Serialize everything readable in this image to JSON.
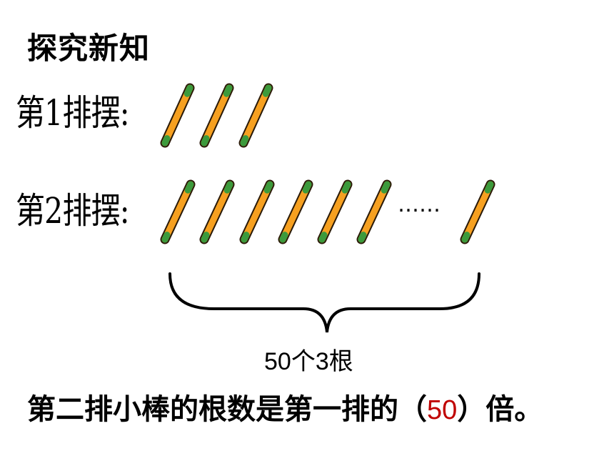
{
  "title": "探究新知",
  "row1": {
    "label": "第1排摆:",
    "stick_count": 3
  },
  "row2": {
    "label": "第2排摆:",
    "stick_count": 7,
    "ellipsis": "……"
  },
  "caption": "50个3根",
  "sentence": {
    "before": "第二排小棒的根数是第一排的（",
    "answer": "50",
    "after": "）倍。"
  },
  "colors": {
    "stick_body": "#f6a020",
    "stick_outline": "#2a1a08",
    "stick_end_green": "#3c9a3c",
    "answer": "#c00000"
  }
}
